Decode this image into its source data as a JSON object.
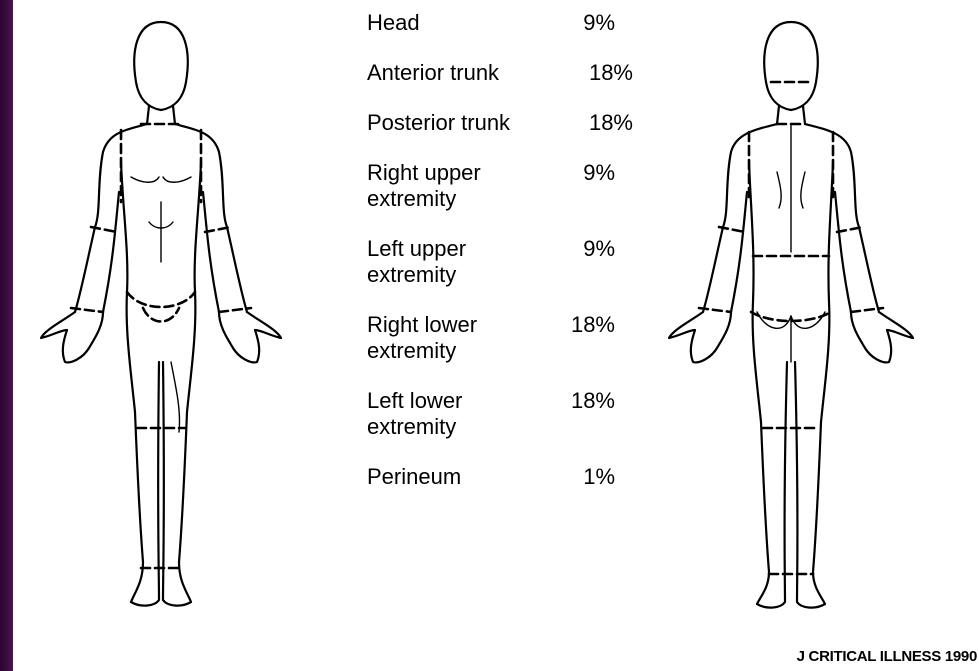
{
  "regions": [
    {
      "name": "Head",
      "percent": "9%"
    },
    {
      "name": "Anterior trunk",
      "percent": "18%"
    },
    {
      "name": "Posterior trunk",
      "percent": "18%"
    },
    {
      "name": "Right upper extremity",
      "percent": "9%"
    },
    {
      "name": "Left upper extremity",
      "percent": "9%"
    },
    {
      "name": "Right lower extremity",
      "percent": "18%"
    },
    {
      "name": "Left lower extremity",
      "percent": "18%"
    },
    {
      "name": "Perineum",
      "percent": "1%"
    }
  ],
  "citation": "J CRITICAL ILLNESS 1990",
  "colors": {
    "background": "#3a0a3e",
    "slide": "#ffffff",
    "ink": "#000000"
  }
}
